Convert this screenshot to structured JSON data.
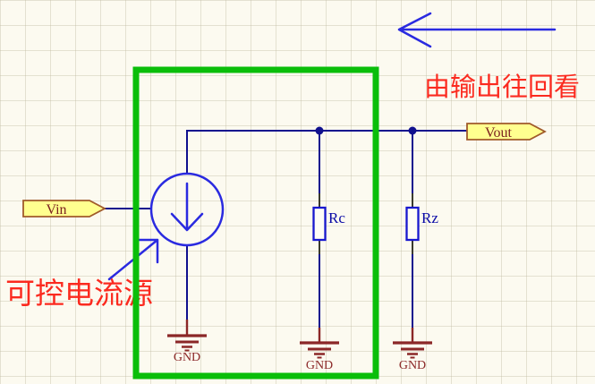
{
  "annotations": {
    "look_back": "由输出往回看",
    "current_source": "可控电流源"
  },
  "ports": {
    "vin": "Vin",
    "vout": "Vout"
  },
  "resistors": {
    "rc": "Rc",
    "rz": "Rz"
  },
  "grounds": {
    "source_gnd": "GND",
    "rc_gnd": "GND",
    "rz_gnd": "GND"
  },
  "colors": {
    "background": "#fcfaf0",
    "box_green": "#0abe0a",
    "wire_navy": "#10108e",
    "symbol_blue": "#2a2ae0",
    "annotation_red": "#fb2a1f",
    "port_fill": "#ffff8f",
    "port_border": "#a05a2a",
    "port_text": "#7b2020",
    "gnd_red": "#8b2727",
    "resistor_blue": "#1818cf",
    "resistor_label_navy": "#0a0aa6"
  }
}
